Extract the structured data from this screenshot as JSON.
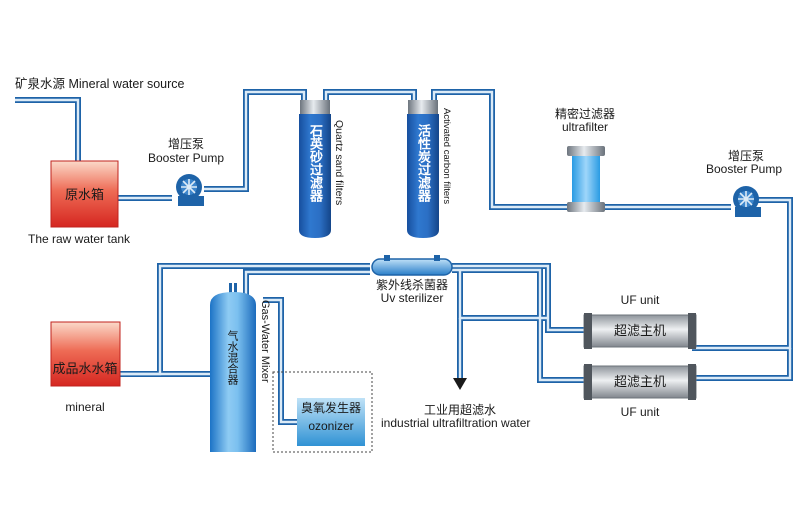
{
  "colors": {
    "pipe": "#1e63a8",
    "pipe_inner": "#dcebf7",
    "tank_red": "#d9302c",
    "tank_light": "#f7c9b9",
    "vessel_blue": "#1f5fb5",
    "cap_steel": "#9aa3ad",
    "gas_mixer": "#2a86d6",
    "uf_gray": "#b8bcc2",
    "ozone_box": "#4fa8e0"
  },
  "labels": {
    "mineral_source": "矿泉水源  Mineral water source",
    "booster1_cn": "增压泵",
    "booster1_en": "Booster Pump",
    "raw_tank_cn": "原水箱",
    "raw_tank_en": "The raw water tank",
    "quartz_cn": "石英砂过滤器",
    "quartz_en": "Quartz sand filters",
    "carbon_cn": "活性炭过滤器",
    "carbon_en": "Activated carbon filters",
    "precision_cn": "精密过滤器",
    "ultrafilter_en": "ultrafilter",
    "booster2_cn": "增压泵",
    "booster2_en": "Booster Pump",
    "uv_cn": "紫外线杀菌器",
    "uv_en": "Uv sterilizer",
    "uf_unit_top": "UF unit",
    "uf_main1": "超滤主机",
    "uf_main2": "超滤主机",
    "uf_unit_bottom": "UF unit",
    "product_tank_cn": "成品水水箱",
    "product_tank_en": "mineral",
    "gas_mixer_cn": "气水混合器",
    "gas_mixer_en": "Gas-Water Mixer",
    "ozone_cn": "臭氧发生器",
    "ozone_en": "ozonizer",
    "industrial_cn": "工业用超滤水",
    "industrial_en": "industrial ultrafiltration water"
  },
  "icons": [
    "pump-icon",
    "arrow-down-icon"
  ]
}
